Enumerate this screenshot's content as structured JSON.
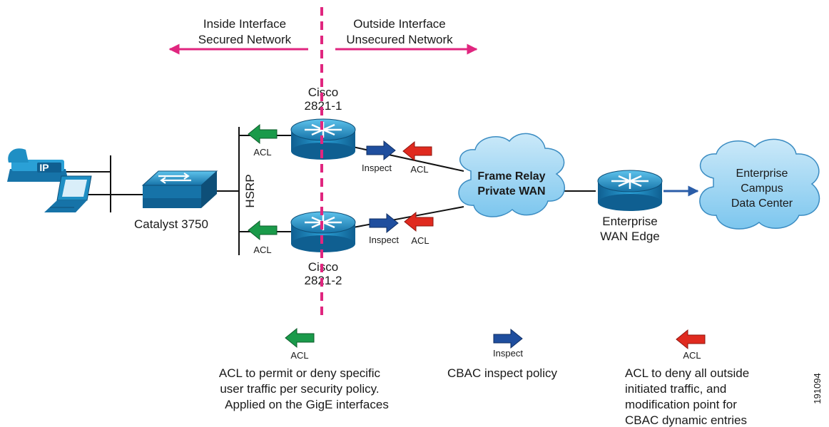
{
  "zones": {
    "inside": {
      "line1": "Inside Interface",
      "line2": "Secured Network"
    },
    "outside": {
      "line1": "Outside Interface",
      "line2": "Unsecured Network"
    }
  },
  "routers": {
    "r1": {
      "line1": "Cisco",
      "line2": "2821-1"
    },
    "r2": {
      "line1": "Cisco",
      "line2": "2821-2"
    }
  },
  "labels": {
    "hsrp": "HSRP",
    "switch": "Catalyst 3750",
    "acl": "ACL",
    "inspect": "Inspect",
    "ip": "IP"
  },
  "wan": {
    "line1": "Frame Relay",
    "line2": "Private WAN"
  },
  "edge": {
    "line1": "Enterprise",
    "line2": "WAN Edge"
  },
  "campus": {
    "line1": "Enterprise",
    "line2": "Campus",
    "line3": "Data Center"
  },
  "legend": {
    "green": {
      "label": "ACL",
      "line1": "ACL to permit or deny specific",
      "line2": "user traffic per security policy.",
      "line3": "Applied on the GigE interfaces"
    },
    "blue": {
      "label": "Inspect",
      "line1": "CBAC inspect policy"
    },
    "red": {
      "label": "ACL",
      "line1": "ACL to deny all outside",
      "line2": "initiated traffic, and",
      "line3": "modification point for",
      "line4": "CBAC dynamic entries"
    }
  },
  "figure_id": "191094",
  "colors": {
    "boundary": "#e0267f",
    "acl_in": "#1a9a4a",
    "inspect": "#1f4e9e",
    "acl_out": "#e02a1f",
    "device": "#1f8fc4",
    "cloud": "#8fcdef",
    "link": "#2a5da8"
  }
}
